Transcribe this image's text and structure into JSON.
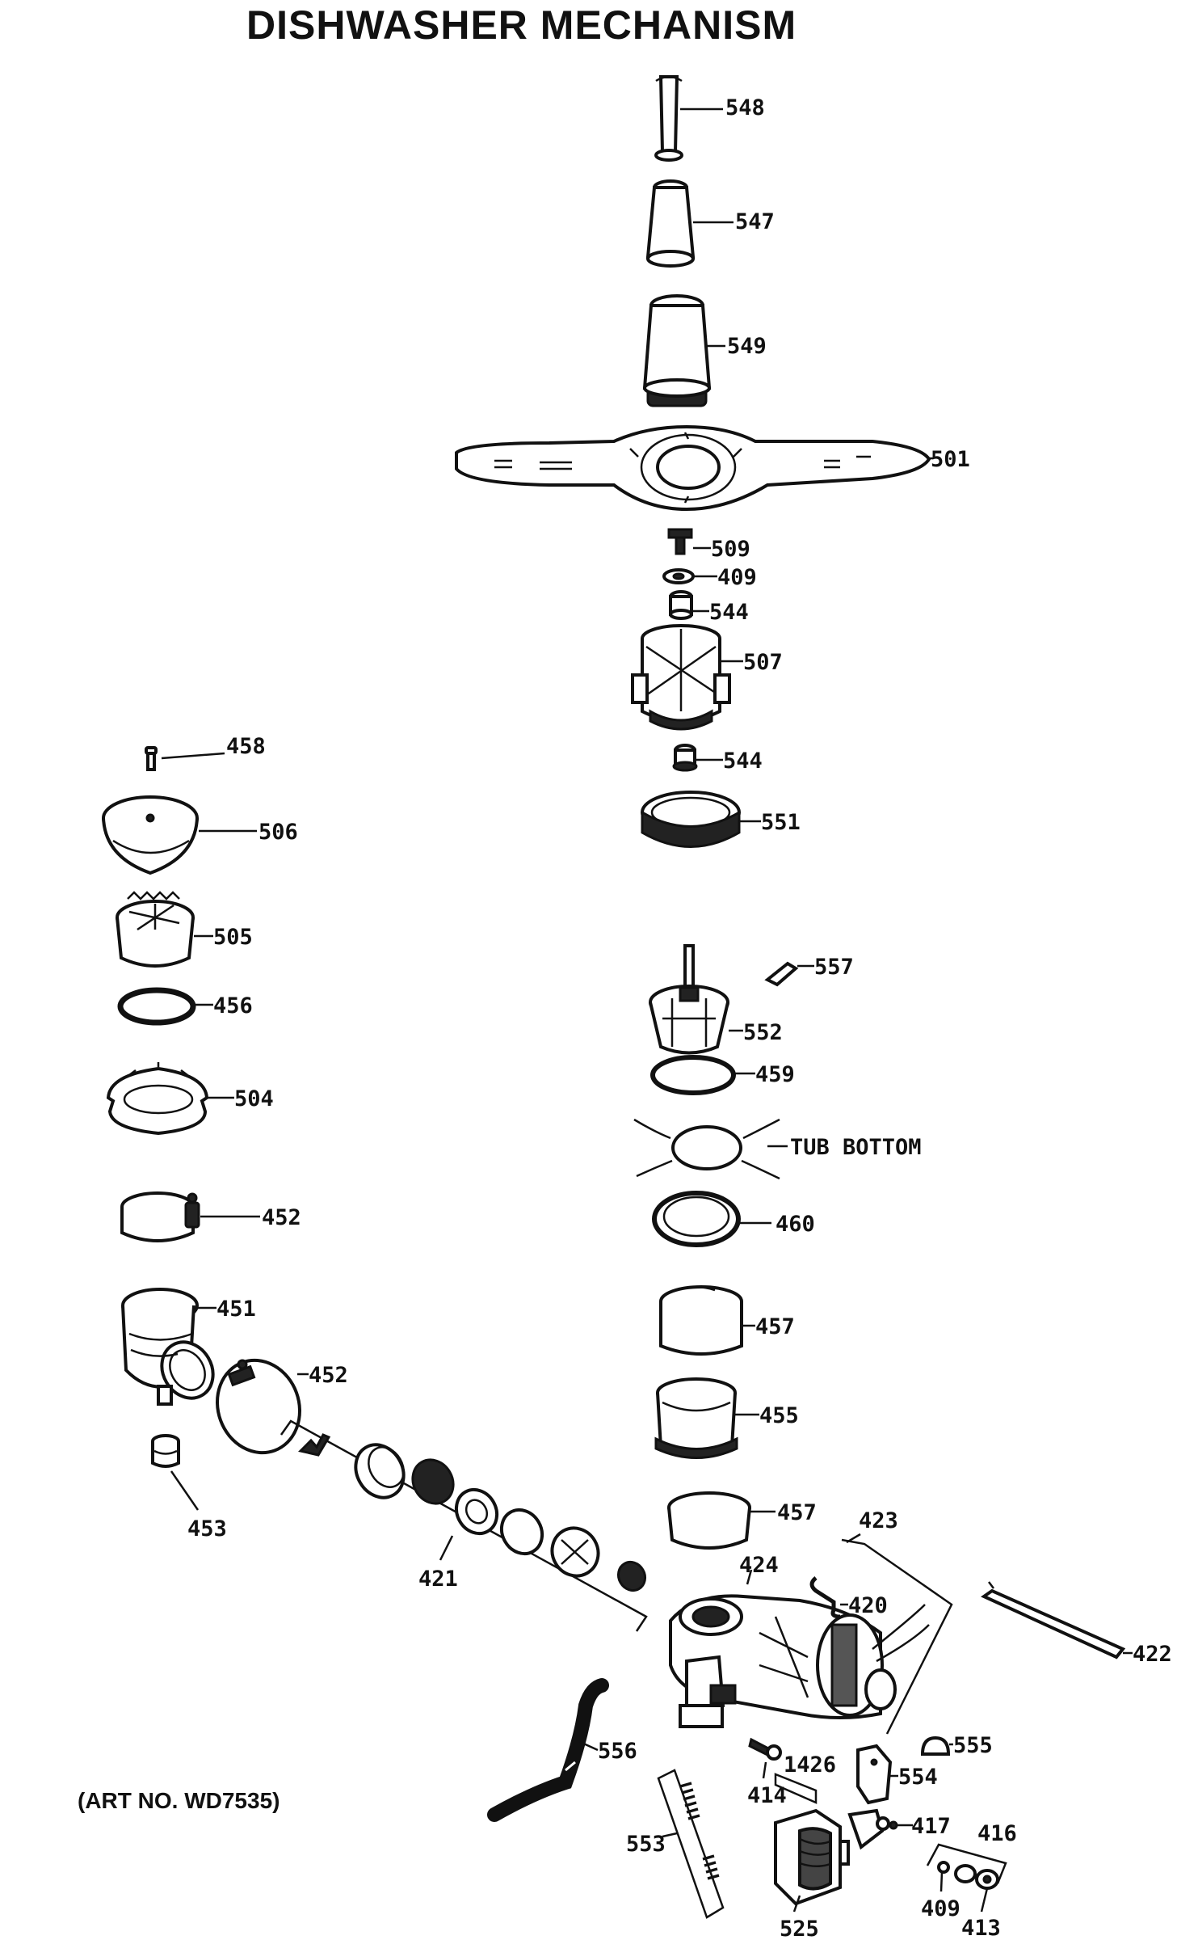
{
  "title": "DISHWASHER MECHANISM",
  "art_number": "(ART NO. WD7535)",
  "labels": {
    "p548": "548",
    "p547": "547",
    "p549": "549",
    "p501": "501",
    "p509": "509",
    "p409a": "409",
    "p544a": "544",
    "p507": "507",
    "p458": "458",
    "p544b": "544",
    "p506": "506",
    "p551": "551",
    "p505": "505",
    "p557": "557",
    "p456": "456",
    "p552": "552",
    "p459": "459",
    "p504": "504",
    "tub_bottom": "TUB BOTTOM",
    "p452a": "452",
    "p460": "460",
    "p451": "451",
    "p457a": "457",
    "p452b": "452",
    "p455": "455",
    "p453": "453",
    "p457b": "457",
    "p423": "423",
    "p424": "424",
    "p421": "421",
    "p420": "420",
    "p422": "422",
    "p555": "555",
    "p556": "556",
    "p1426": "1426",
    "p554": "554",
    "p414": "414",
    "p417": "417",
    "p416": "416",
    "p553": "553",
    "p409b": "409",
    "p525": "525",
    "p413": "413"
  }
}
